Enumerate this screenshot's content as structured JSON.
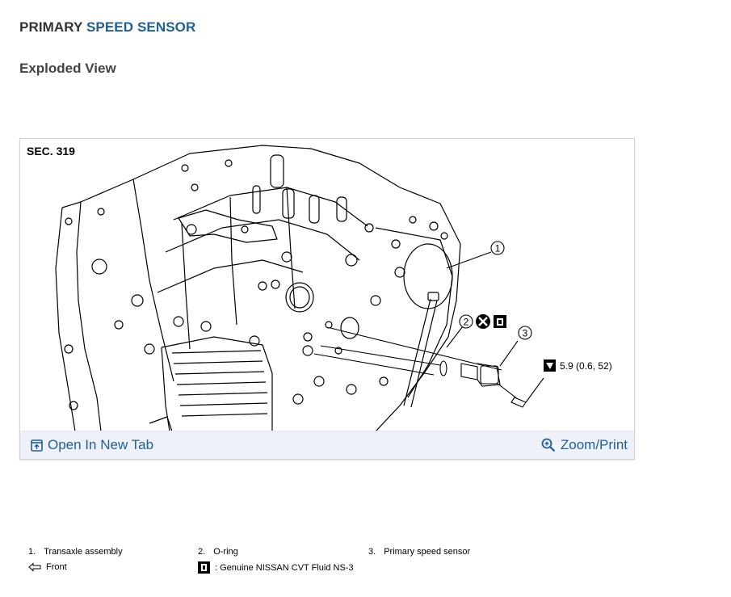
{
  "header": {
    "title_prefix": "PRIMARY",
    "title_link": "SPEED SENSOR",
    "subtitle": "Exploded View"
  },
  "figure": {
    "section": "SEC. 319",
    "callouts": [
      "1",
      "2",
      "3"
    ],
    "torque": "5.9 (0.6, 52)",
    "open_new_tab": "Open In New Tab",
    "zoom_print": "Zoom/Print"
  },
  "legend": {
    "items": [
      {
        "num": "1.",
        "label": "Transaxle assembly"
      },
      {
        "num": "2.",
        "label": "O-ring"
      },
      {
        "num": "3.",
        "label": "Primary speed sensor"
      }
    ],
    "front": "Front",
    "fluid": ": Genuine NISSAN CVT Fluid NS-3"
  },
  "colors": {
    "link": "#1f5f9c",
    "toolbar_bg": "#eef1f8"
  },
  "icons": {
    "open_new_tab": "open-new-tab-icon",
    "zoom": "zoom-icon",
    "front_arrow": "front-arrow-icon",
    "fluid": "fluid-icon",
    "torque": "torque-wrench-icon",
    "no_reuse": "do-not-reuse-icon"
  }
}
